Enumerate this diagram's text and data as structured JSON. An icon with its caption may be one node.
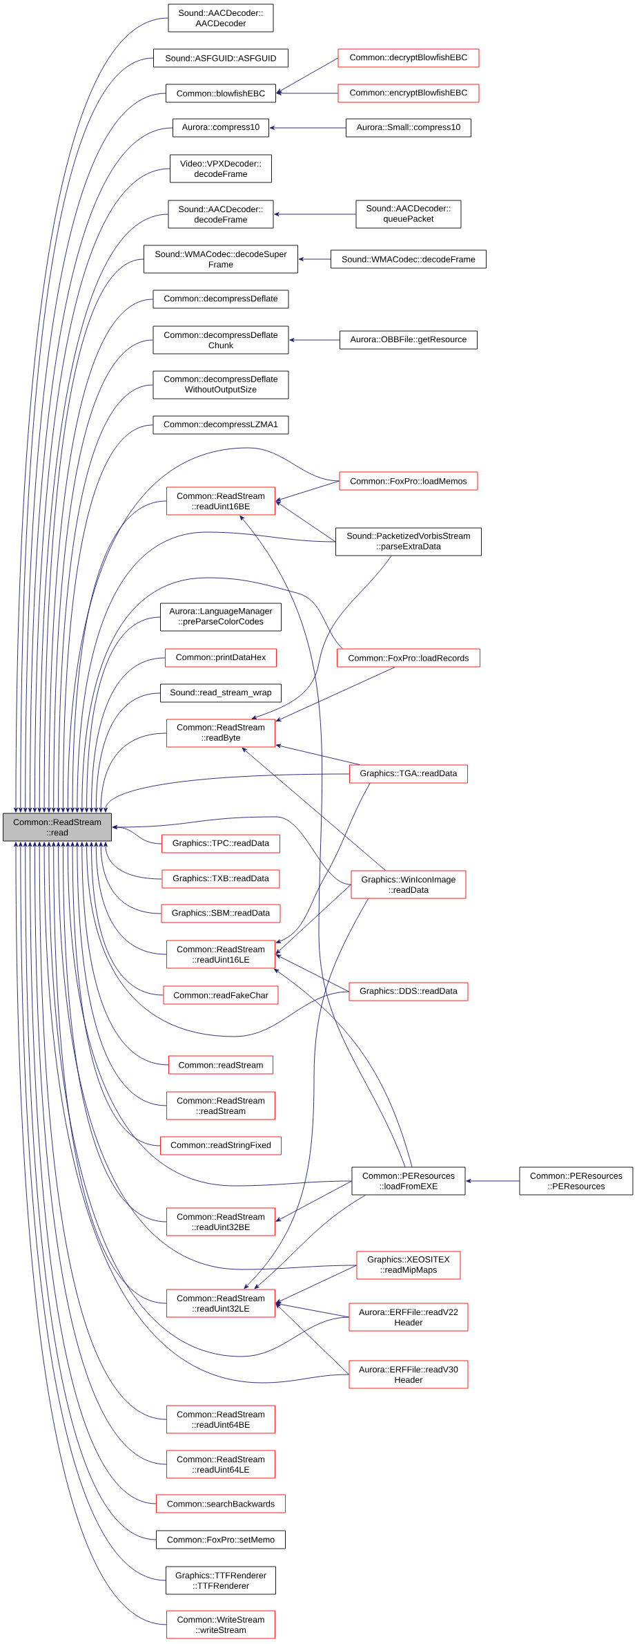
{
  "diagram": {
    "nodes": [
      {
        "text": [
          "Common::ReadStream ::read"
        ]
      },
      {
        "text": [
          "Sound::AACDecoder:: AACDecoder"
        ]
      },
      {
        "text": [
          "Sound::ASFGUID::ASFGUID"
        ]
      },
      {
        "text": [
          "Common::blowfishEBC"
        ]
      },
      {
        "text": [
          "Common::decryptBlowfishEBC"
        ]
      },
      {
        "text": [
          "Common::encryptBlowfishEBC"
        ]
      },
      {
        "text": [
          "Aurora::compress10"
        ]
      },
      {
        "text": [
          "Aurora::Small::compress10"
        ]
      },
      {
        "text": [
          "Video::VPXDecoder:: decodeFrame"
        ]
      },
      {
        "text": [
          "Sound::AACDecoder:: decodeFrame"
        ]
      },
      {
        "text": [
          "Sound::AACDecoder:: queuePacket"
        ]
      },
      {
        "text": [
          "Sound::WMACodec::decodeSuper Frame"
        ]
      },
      {
        "text": [
          "Sound::WMACodec::decodeFrame"
        ]
      },
      {
        "text": [
          "Common::decompressDeflate"
        ]
      },
      {
        "text": [
          "Common::decompressDeflate Chunk"
        ]
      },
      {
        "text": [
          "Aurora::OBBFile::getResource"
        ]
      },
      {
        "text": [
          "Common::decompressDeflate WithoutOutputSize"
        ]
      },
      {
        "text": [
          "Common::decompressLZMA1"
        ]
      },
      {
        "text": [
          "Common::FoxPro::loadMemos"
        ]
      },
      {
        "text": [
          "Common::ReadStream ::readUint16BE"
        ]
      },
      {
        "text": [
          "Sound::PacketizedVorbisStream ::parseExtraData"
        ]
      },
      {
        "text": [
          "Aurora::LanguageManager ::preParseColorCodes"
        ]
      },
      {
        "text": [
          "Common::printDataHex"
        ]
      },
      {
        "text": [
          "Common::FoxPro::loadRecords"
        ]
      },
      {
        "text": [
          "Sound::read_stream_wrap"
        ]
      },
      {
        "text": [
          "Common::ReadStream ::readByte"
        ]
      },
      {
        "text": [
          "Graphics::TGA::readData"
        ]
      },
      {
        "text": [
          "Graphics::TPC::readData"
        ]
      },
      {
        "text": [
          "Graphics::WinIconImage ::readData"
        ]
      },
      {
        "text": [
          "Graphics::TXB::readData"
        ]
      },
      {
        "text": [
          "Graphics::SBM::readData"
        ]
      },
      {
        "text": [
          "Common::ReadStream ::readUint16LE"
        ]
      },
      {
        "text": [
          "Common::readFakeChar"
        ]
      },
      {
        "text": [
          "Graphics::DDS::readData"
        ]
      },
      {
        "text": [
          "Common::readStream"
        ]
      },
      {
        "text": [
          "Common::ReadStream ::readStream"
        ]
      },
      {
        "text": [
          "Common::readStringFixed"
        ]
      },
      {
        "text": [
          "Common::PEResources ::loadFromEXE"
        ]
      },
      {
        "text": [
          "Common::PEResources ::PEResources"
        ]
      },
      {
        "text": [
          "Common::ReadStream ::readUint32BE"
        ]
      },
      {
        "text": [
          "Graphics::XEOSITEX ::readMipMaps"
        ]
      },
      {
        "text": [
          "Common::ReadStream ::readUint32LE"
        ]
      },
      {
        "text": [
          "Aurora::ERFFile::readV22 Header"
        ]
      },
      {
        "text": [
          "Aurora::ERFFile::readV30 Header"
        ]
      },
      {
        "text": [
          "Common::ReadStream ::readUint64BE"
        ]
      },
      {
        "text": [
          "Common::ReadStream ::readUint64LE"
        ]
      },
      {
        "text": [
          "Common::searchBackwards"
        ]
      },
      {
        "text": [
          "Common::FoxPro::setMemo"
        ]
      },
      {
        "text": [
          "Graphics::TTFRenderer ::TTFRenderer"
        ]
      },
      {
        "text": [
          "Common::WriteStream ::writeStream"
        ]
      }
    ],
    "edges": [
      {
        "from": 1,
        "to": 0,
        "arrow": "to"
      },
      {
        "from": 2,
        "to": 0,
        "arrow": "to"
      },
      {
        "from": 3,
        "to": 0,
        "arrow": "to"
      },
      {
        "from": 6,
        "to": 0,
        "arrow": "to"
      },
      {
        "from": 8,
        "to": 0,
        "arrow": "to"
      },
      {
        "from": 9,
        "to": 0,
        "arrow": "to"
      },
      {
        "from": 11,
        "to": 0,
        "arrow": "to"
      },
      {
        "from": 13,
        "to": 0,
        "arrow": "to"
      },
      {
        "from": 14,
        "to": 0,
        "arrow": "to"
      },
      {
        "from": 16,
        "to": 0,
        "arrow": "to"
      },
      {
        "from": 17,
        "to": 0,
        "arrow": "to"
      },
      {
        "from": 18,
        "to": 0,
        "arrow": "to"
      },
      {
        "from": 19,
        "to": 0,
        "arrow": "to"
      },
      {
        "from": 20,
        "to": 0,
        "arrow": "to"
      },
      {
        "from": 21,
        "to": 0,
        "arrow": "to"
      },
      {
        "from": 22,
        "to": 0,
        "arrow": "to"
      },
      {
        "from": 23,
        "to": 0,
        "arrow": "to"
      },
      {
        "from": 24,
        "to": 0,
        "arrow": "to"
      },
      {
        "from": 25,
        "to": 0,
        "arrow": "to"
      },
      {
        "from": 26,
        "to": 0,
        "arrow": "to"
      },
      {
        "from": 27,
        "to": 0,
        "arrow": "to"
      },
      {
        "from": 28,
        "to": 0,
        "arrow": "to"
      },
      {
        "from": 29,
        "to": 0,
        "arrow": "to"
      },
      {
        "from": 30,
        "to": 0,
        "arrow": "to"
      },
      {
        "from": 31,
        "to": 0,
        "arrow": "to"
      },
      {
        "from": 32,
        "to": 0,
        "arrow": "to"
      },
      {
        "from": 33,
        "to": 0,
        "arrow": "to"
      },
      {
        "from": 34,
        "to": 0,
        "arrow": "to"
      },
      {
        "from": 35,
        "to": 0,
        "arrow": "to"
      },
      {
        "from": 36,
        "to": 0,
        "arrow": "to"
      },
      {
        "from": 37,
        "to": 0,
        "arrow": "to"
      },
      {
        "from": 39,
        "to": 0,
        "arrow": "to"
      },
      {
        "from": 40,
        "to": 0,
        "arrow": "to"
      },
      {
        "from": 41,
        "to": 0,
        "arrow": "to"
      },
      {
        "from": 42,
        "to": 0,
        "arrow": "to"
      },
      {
        "from": 43,
        "to": 0,
        "arrow": "to"
      },
      {
        "from": 44,
        "to": 0,
        "arrow": "to"
      },
      {
        "from": 45,
        "to": 0,
        "arrow": "to"
      },
      {
        "from": 46,
        "to": 0,
        "arrow": "to"
      },
      {
        "from": 47,
        "to": 0,
        "arrow": "to"
      },
      {
        "from": 48,
        "to": 0,
        "arrow": "to"
      },
      {
        "from": 49,
        "to": 0,
        "arrow": "to"
      },
      {
        "from": 4,
        "to": 3,
        "arrow": "to"
      },
      {
        "from": 5,
        "to": 3,
        "arrow": "to"
      },
      {
        "from": 7,
        "to": 6,
        "arrow": "to"
      },
      {
        "from": 10,
        "to": 9,
        "arrow": "to"
      },
      {
        "from": 12,
        "to": 11,
        "arrow": "to"
      },
      {
        "from": 15,
        "to": 14,
        "arrow": "to"
      },
      {
        "from": 18,
        "to": 19,
        "arrow": "to"
      },
      {
        "from": 20,
        "to": 19,
        "arrow": "to"
      },
      {
        "from": 37,
        "to": 19,
        "arrow": "to"
      },
      {
        "from": 20,
        "to": 25,
        "arrow": "to"
      },
      {
        "from": 23,
        "to": 25,
        "arrow": "to"
      },
      {
        "from": 26,
        "to": 25,
        "arrow": "to"
      },
      {
        "from": 28,
        "to": 25,
        "arrow": "to"
      },
      {
        "from": 26,
        "to": 31,
        "arrow": "to"
      },
      {
        "from": 28,
        "to": 31,
        "arrow": "to"
      },
      {
        "from": 33,
        "to": 31,
        "arrow": "to"
      },
      {
        "from": 37,
        "to": 31,
        "arrow": "to"
      },
      {
        "from": 38,
        "to": 37,
        "arrow": "to"
      },
      {
        "from": 37,
        "to": 39,
        "arrow": "to"
      },
      {
        "from": 28,
        "to": 41,
        "arrow": "to"
      },
      {
        "from": 37,
        "to": 41,
        "arrow": "to"
      },
      {
        "from": 40,
        "to": 41,
        "arrow": "to"
      },
      {
        "from": 42,
        "to": 41,
        "arrow": "to"
      },
      {
        "from": 43,
        "to": 41,
        "arrow": "to"
      }
    ]
  }
}
